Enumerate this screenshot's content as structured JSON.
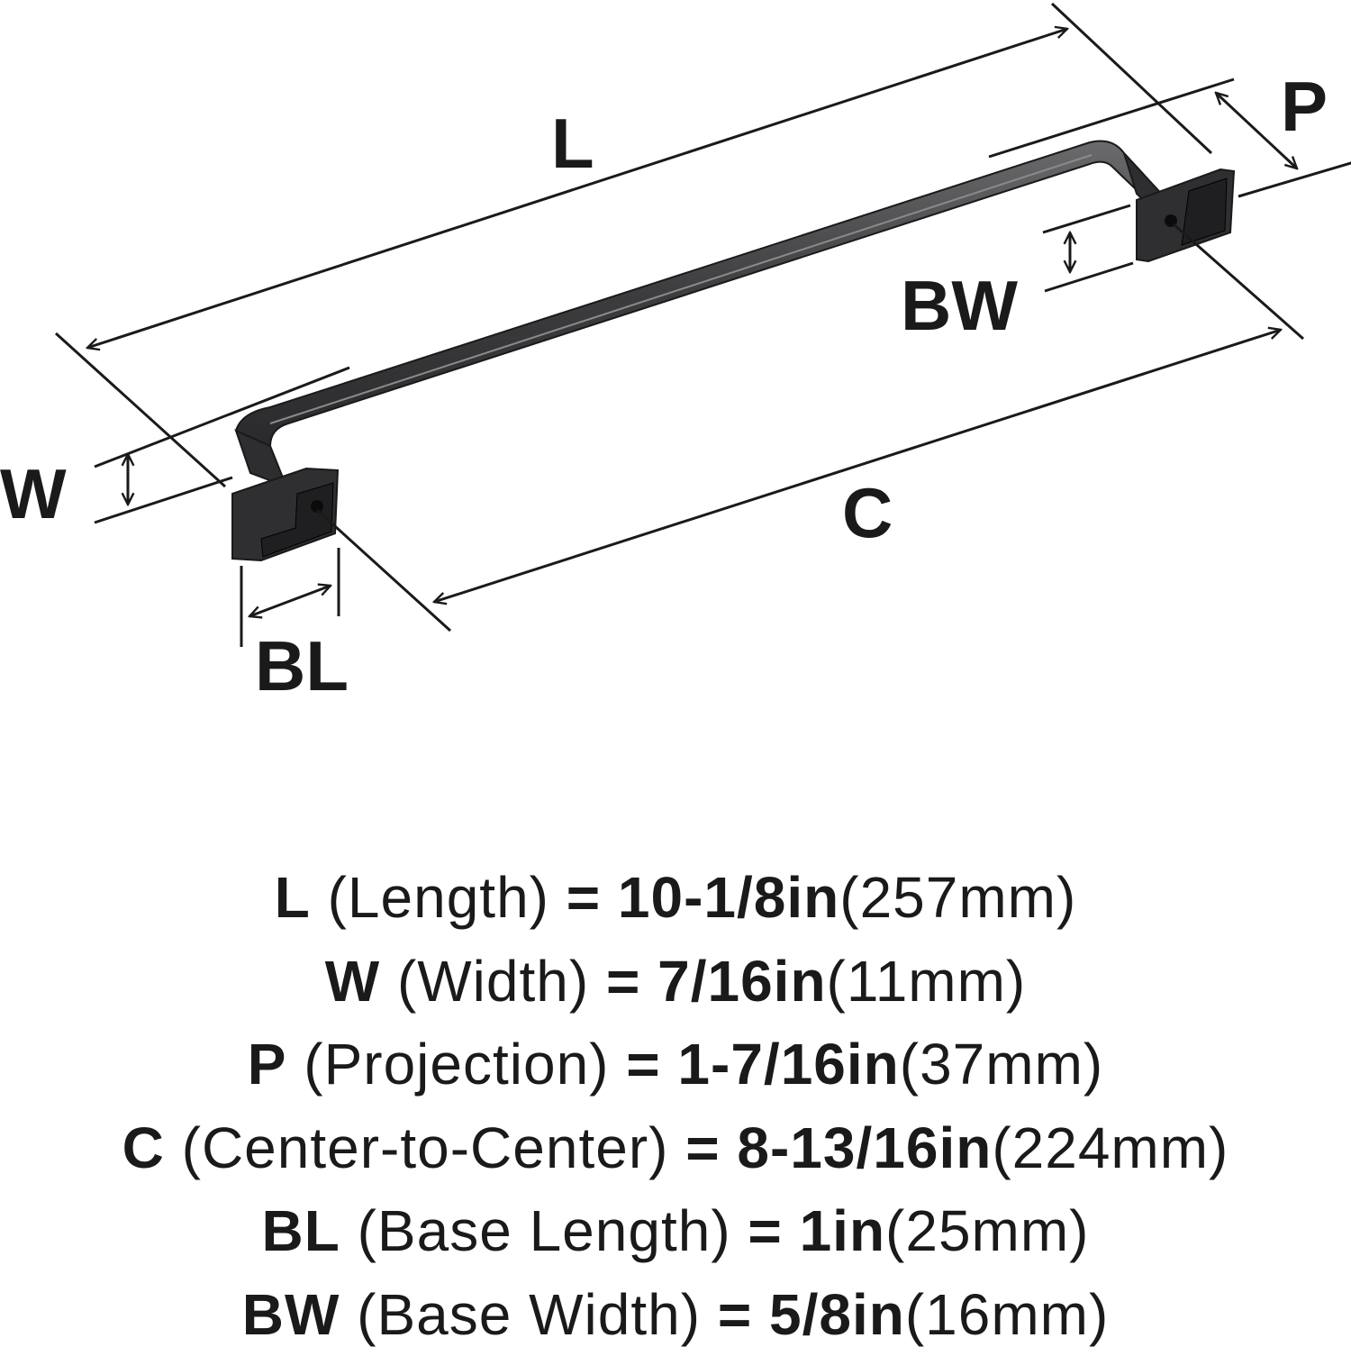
{
  "diagram": {
    "labels": {
      "L": "L",
      "W": "W",
      "P": "P",
      "C": "C",
      "BL": "BL",
      "BW": "BW"
    },
    "product_color": "#3a3a3c",
    "line_color": "#1a1a1a"
  },
  "specs": [
    {
      "code": "L",
      "name": "(Length)",
      "eq": "=",
      "imperial": "10-1/8in",
      "metric": "(257mm)"
    },
    {
      "code": "W",
      "name": "(Width)",
      "eq": "=",
      "imperial": "7/16in",
      "metric": "(11mm)"
    },
    {
      "code": "P",
      "name": "(Projection)",
      "eq": "=",
      "imperial": "1-7/16in",
      "metric": "(37mm)"
    },
    {
      "code": "C",
      "name": "(Center-to-Center)",
      "eq": "=",
      "imperial": "8-13/16in",
      "metric": "(224mm)"
    },
    {
      "code": "BL",
      "name": "(Base Length)",
      "eq": "=",
      "imperial": "1in",
      "metric": "(25mm)"
    },
    {
      "code": "BW",
      "name": "(Base Width)",
      "eq": "=",
      "imperial": "5/8in",
      "metric": "(16mm)"
    }
  ]
}
